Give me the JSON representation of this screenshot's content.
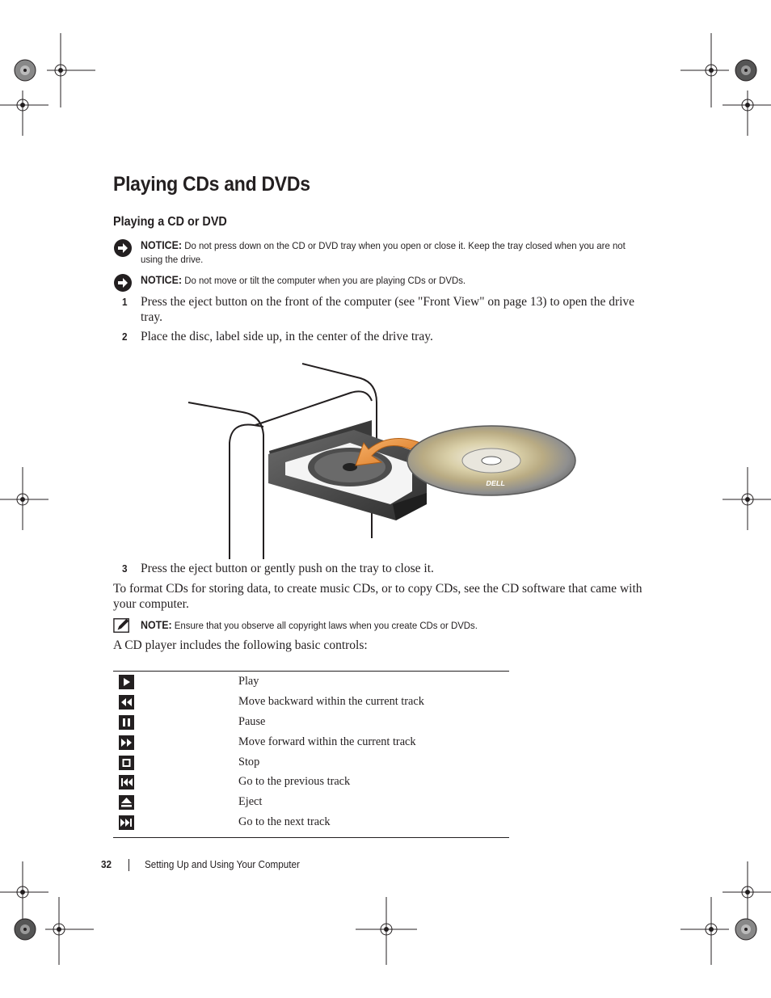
{
  "page": {
    "title": "Playing CDs and DVDs",
    "section_heading": "Playing a CD or DVD"
  },
  "notices": [
    {
      "label": "NOTICE:",
      "text": " Do not press down on the CD or DVD tray when you open or close it. Keep the tray closed when you are not using the drive."
    },
    {
      "label": "NOTICE:",
      "text": " Do not move or tilt the computer when you are playing CDs or DVDs."
    }
  ],
  "steps": [
    {
      "number": "1",
      "text": "Press the eject button on the front of the computer (see \"Front View\" on page 13) to open the drive tray."
    },
    {
      "number": "2",
      "text": "Place the disc, label side up, in the center of the drive tray."
    },
    {
      "number": "3",
      "text": "Press the eject button or gently push on the tray to close it."
    }
  ],
  "illustration": {
    "disc_logo": "DELL"
  },
  "paragraphs": {
    "format_info": "To format CDs for storing data, to create music CDs, or to copy CDs, see the CD software that came with your computer.",
    "controls_intro": "A CD player includes the following basic controls:"
  },
  "note": {
    "label": "NOTE:",
    "text": " Ensure that you observe all copyright laws when you create CDs or DVDs."
  },
  "controls": [
    {
      "icon": "play-icon",
      "label": "Play"
    },
    {
      "icon": "rewind-icon",
      "label": "Move backward within the current track"
    },
    {
      "icon": "pause-icon",
      "label": "Pause"
    },
    {
      "icon": "fast-forward-icon",
      "label": "Move forward within the current track"
    },
    {
      "icon": "stop-icon",
      "label": "Stop"
    },
    {
      "icon": "previous-track-icon",
      "label": "Go to the previous track"
    },
    {
      "icon": "eject-icon",
      "label": "Eject"
    },
    {
      "icon": "next-track-icon",
      "label": "Go to the next track"
    }
  ],
  "footer": {
    "page_number": "32",
    "chapter": "Setting Up and Using Your Computer"
  }
}
